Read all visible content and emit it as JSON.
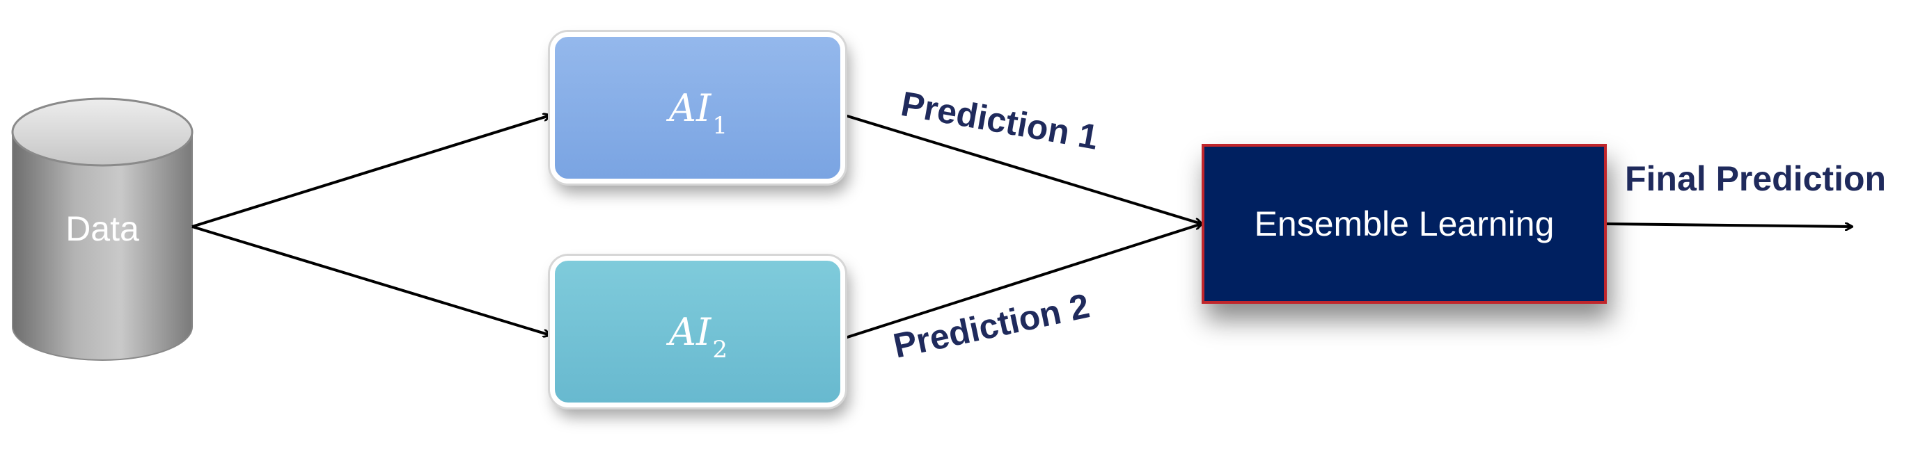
{
  "data_node": {
    "label": "Data"
  },
  "models": [
    {
      "label": "AI",
      "subscript": "1"
    },
    {
      "label": "AI",
      "subscript": "2"
    }
  ],
  "edges": {
    "prediction_1": "Prediction 1",
    "prediction_2": "Prediction 2",
    "final": "Final Prediction"
  },
  "ensemble": {
    "label": "Ensemble Learning"
  },
  "colors": {
    "ai1_fill": "#8db3ea",
    "ai2_fill": "#74c3d6",
    "ensemble_fill": "#002060",
    "ensemble_border": "#c0262c",
    "label_text": "#1f2a5c",
    "cylinder": "#9a9a9a"
  }
}
